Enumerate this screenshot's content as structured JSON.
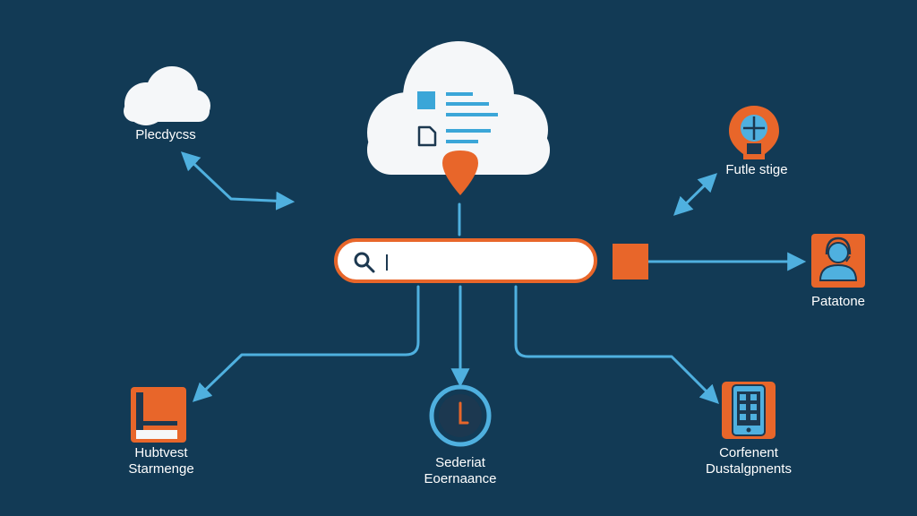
{
  "colors": {
    "background": "#123a55",
    "accent_orange": "#e8662a",
    "line_blue": "#4fb0df",
    "cloud_white": "#f5f7f9",
    "dark_icon": "#1c3850"
  },
  "nodes": {
    "top_left": {
      "icon": "cloud-icon",
      "label": "Plecdycss"
    },
    "top_right": {
      "icon": "lightbulb-icon",
      "label": "Futle stige"
    },
    "right": {
      "icon": "person-headset-icon",
      "label": "Patatone"
    },
    "bottom_left": {
      "icon": "book-icon",
      "label_line1": "Hubtvest",
      "label_line2": "Starmenge"
    },
    "bottom_center": {
      "icon": "clock-icon",
      "label_line1": "Sederiat",
      "label_line2": "Eoernaance"
    },
    "bottom_right": {
      "icon": "tablet-icon",
      "label_line1": "Corfenent",
      "label_line2": "Dustalgpnents"
    }
  },
  "center": {
    "cloud_icon": "cloud-document-icon",
    "search_icon": "search-icon"
  }
}
